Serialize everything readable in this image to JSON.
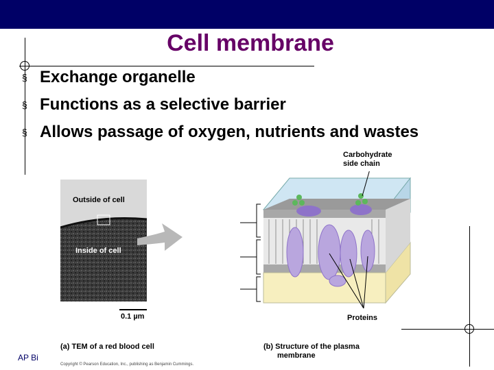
{
  "slide": {
    "title": "Cell membrane",
    "bullets": [
      "Exchange organelle",
      "Functions as a selective barrier",
      "Allows passage of oxygen, nutrients and wastes"
    ],
    "footer": "AP Bi"
  },
  "figure": {
    "tem_outside": "Outside of cell",
    "tem_inside": "Inside of cell",
    "scale": "0.1 µm",
    "carbohydrate": [
      "Carbohydrate",
      "side chain"
    ],
    "proteins": "Proteins",
    "caption_a": "(a) TEM of a red blood cell",
    "caption_b": [
      "(b) Structure of the plasma",
      "membrane"
    ],
    "copyright": "Copyright © Pearson Education, Inc., publishing as Benjamin Cummings."
  },
  "colors": {
    "header_bar": "#000066",
    "title": "#660066",
    "membrane_top": "#cfe6f3",
    "membrane_bottom": "#f7efbf",
    "protein": "#b9a6de"
  }
}
